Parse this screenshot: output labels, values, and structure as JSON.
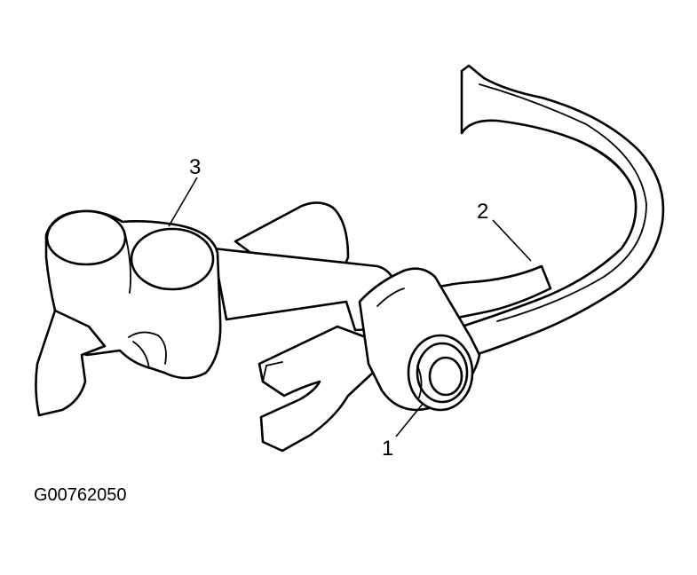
{
  "diagram": {
    "callouts": [
      {
        "id": "1",
        "label": "1"
      },
      {
        "id": "2",
        "label": "2"
      },
      {
        "id": "3",
        "label": "3"
      }
    ],
    "figure_code": "G00762050"
  },
  "colors": {
    "line": "#000000",
    "background": "#ffffff"
  }
}
